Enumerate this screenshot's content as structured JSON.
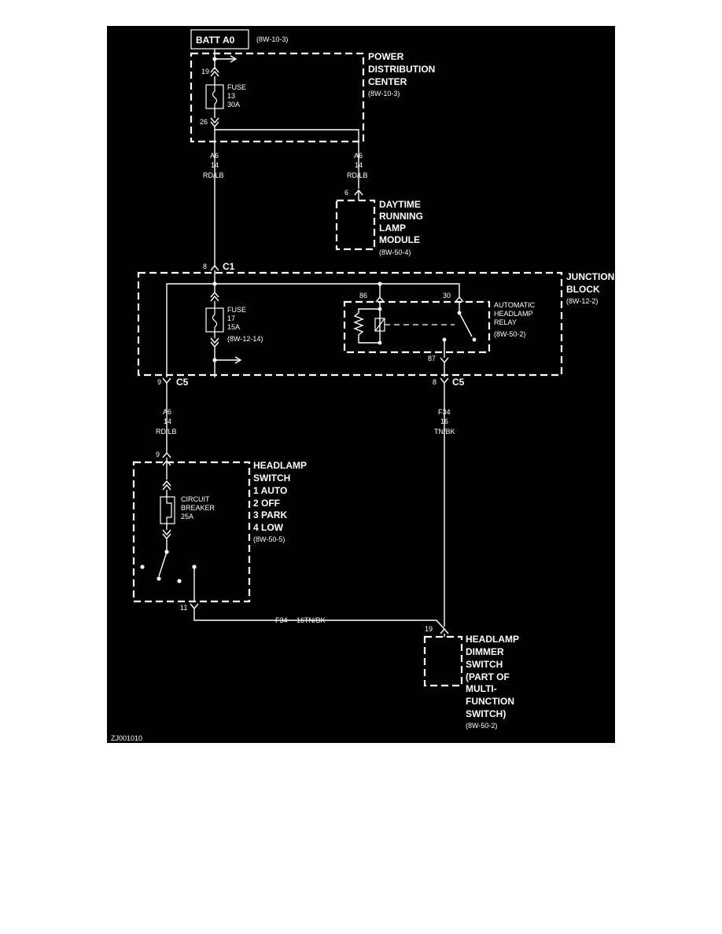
{
  "batt": {
    "label": "BATT A0",
    "ref": "(8W-10-3)"
  },
  "pdc": {
    "title": [
      "POWER",
      "DISTRIBUTION",
      "CENTER"
    ],
    "ref": "(8W-10-3)",
    "fuse": [
      "FUSE",
      "13",
      "30A"
    ],
    "pin_in": "19",
    "pin_out": "26"
  },
  "wire_a6_left": [
    "A6",
    "14",
    "RD/LB"
  ],
  "wire_a6_right": [
    "A6",
    "14",
    "RD/LB"
  ],
  "drl": {
    "pin": "6",
    "title": [
      "DAYTIME",
      "RUNNING",
      "LAMP",
      "MODULE"
    ],
    "ref": "(8W-50-4)"
  },
  "junction": {
    "title": [
      "JUNCTION",
      "BLOCK"
    ],
    "ref": "(8W-12-2)",
    "c1_pin": "8",
    "c1": "C1",
    "fuse": [
      "FUSE",
      "17",
      "15A",
      "(8W-12-14)"
    ],
    "c5_left_pin": "9",
    "c5_left": "C5",
    "c5_right_pin": "8",
    "c5_right": "C5",
    "relay": [
      "AUTOMATIC",
      "HEADLAMP",
      "RELAY",
      "(8W-50-2)"
    ],
    "relay_pin_86": "86",
    "relay_pin_30": "30",
    "relay_pin_87": "87"
  },
  "wire_a6_lower": [
    "A6",
    "14",
    "RD/LB"
  ],
  "wire_f34": [
    "F34",
    "16",
    "TN/BK"
  ],
  "headlamp_switch": {
    "pin_in": "9",
    "pin_out": "11",
    "title": [
      "HEADLAMP",
      "SWITCH",
      "1 AUTO",
      "2 OFF",
      "3 PARK",
      "4 LOW"
    ],
    "ref": "(8W-50-5)",
    "breaker": [
      "CIRCUIT",
      "BREAKER",
      "25A"
    ]
  },
  "wire_f34_bottom": {
    "circuit": "F34",
    "gauge_color": "16TN/BK"
  },
  "dimmer": {
    "pin": "19",
    "title": [
      "HEADLAMP",
      "DIMMER",
      "SWITCH",
      "(PART OF",
      "MULTI-",
      "FUNCTION",
      "SWITCH)"
    ],
    "ref": "(8W-50-2)"
  },
  "figure_id": "ZJ001010",
  "colors": {
    "background": "#000000",
    "ink": "#ffffff",
    "page": "#ffffff"
  }
}
